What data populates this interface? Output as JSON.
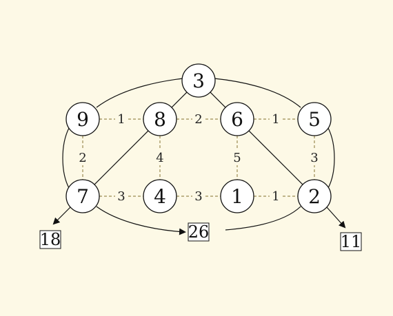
{
  "nodes": [
    {
      "id": "n3top",
      "label": "3"
    },
    {
      "id": "n9",
      "label": "9"
    },
    {
      "id": "n8",
      "label": "8"
    },
    {
      "id": "n6",
      "label": "6"
    },
    {
      "id": "n5",
      "label": "5"
    },
    {
      "id": "n7",
      "label": "7"
    },
    {
      "id": "n4",
      "label": "4"
    },
    {
      "id": "n1",
      "label": "1"
    },
    {
      "id": "n2",
      "label": "2"
    }
  ],
  "tree_edges": [
    {
      "from": "n3top",
      "to": "n8"
    },
    {
      "from": "n3top",
      "to": "n6"
    },
    {
      "from": "n8",
      "to": "n7"
    },
    {
      "from": "n6",
      "to": "n2"
    }
  ],
  "dashed_edges": [
    {
      "from": "n9",
      "to": "n8",
      "label": "1"
    },
    {
      "from": "n8",
      "to": "n6",
      "label": "2"
    },
    {
      "from": "n6",
      "to": "n5",
      "label": "1"
    },
    {
      "from": "n9",
      "to": "n7",
      "label": "2"
    },
    {
      "from": "n8",
      "to": "n4",
      "label": "4"
    },
    {
      "from": "n6",
      "to": "n1",
      "label": "5"
    },
    {
      "from": "n5",
      "to": "n2",
      "label": "3"
    },
    {
      "from": "n7",
      "to": "n4",
      "label": "3"
    },
    {
      "from": "n4",
      "to": "n1",
      "label": "3"
    },
    {
      "from": "n1",
      "to": "n2",
      "label": "1"
    }
  ],
  "boxes": [
    {
      "id": "box-left",
      "label": "18"
    },
    {
      "id": "box-middle",
      "label": "26"
    },
    {
      "id": "box-right",
      "label": "11"
    }
  ],
  "colors": {
    "background": "#fdf9e6",
    "dashed": "#9a8a50",
    "ink": "#111111"
  }
}
